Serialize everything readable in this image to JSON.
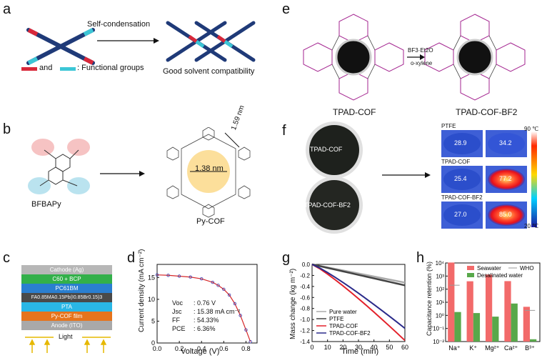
{
  "panels": {
    "a": {
      "label": "a",
      "arrow_text": "Self-condensation",
      "and_text": "and",
      "functional_groups": ": Functional groups",
      "compat_text": "Good solvent compatibility"
    },
    "b": {
      "label": "b",
      "monomer": "BFBAPy",
      "cof": "Py-COF",
      "pore1": "1.38 nm",
      "pore2": "1.59 nm"
    },
    "c": {
      "label": "c",
      "layers": [
        "Cathode (Ag)",
        "C60 + BCP",
        "PC61BM",
        "FA0.85MA0.15Pb(I0.85Br0.15)3",
        "PTA",
        "Py-COF film",
        "Anode (ITO)"
      ],
      "layer_colors": [
        "#b7b7b7",
        "#33b04a",
        "#2a7fd0",
        "#4a4a4a",
        "#2ab7e6",
        "#e6741c",
        "#a9a9a9"
      ],
      "light": "Light"
    },
    "d": {
      "label": "d",
      "xlabel": "Voltage (V)",
      "ylabel": "Current density (mA cm⁻²)",
      "xticks": [
        "0.0",
        "0.2",
        "0.4",
        "0.6",
        "0.8"
      ],
      "yticks": [
        "0",
        "5",
        "10",
        "15"
      ],
      "metrics": [
        {
          "k": "Voc",
          "v": ": 0.76 V"
        },
        {
          "k": "Jsc",
          "v": ": 15.38 mA cm⁻²"
        },
        {
          "k": "FF",
          "v": ": 54.33%"
        },
        {
          "k": "PCE",
          "v": ": 6.36%"
        }
      ]
    },
    "e": {
      "label": "e",
      "cof1": "TPAD-COF",
      "cof2": "TPAD-COF-BF2",
      "reagent1": "BF3·Et2O",
      "reagent2": "o-xylene"
    },
    "f": {
      "label": "f",
      "disc1": "TPAD-COF",
      "disc2": "TPAD-COF-BF2",
      "rows": [
        {
          "name": "PTFE",
          "v1": "28.9",
          "v2": "34.2"
        },
        {
          "name": "TPAD-COF",
          "v1": "25.4",
          "v2": "77.2"
        },
        {
          "name": "TPAD-COF-BF2",
          "v1": "27.0",
          "v2": "85.0"
        }
      ],
      "scale_max": "90 ℃",
      "scale_min": "20 ℃"
    },
    "g": {
      "label": "g",
      "xlabel": "Time (min)",
      "ylabel": "Mass change (kg m⁻²)",
      "xticks": [
        "0",
        "10",
        "20",
        "30",
        "40",
        "50",
        "60"
      ],
      "yticks": [
        "0.0",
        "-0.2",
        "-0.4",
        "-0.6",
        "-0.8",
        "-1.0",
        "-1.2",
        "-1.4"
      ],
      "legend": [
        "Pure water",
        "PTFE",
        "TPAD-COF",
        "TPAD-COF-BF2"
      ]
    },
    "h": {
      "label": "h",
      "ylabel": "Capacitance retention (%)",
      "legend": [
        "Seawater",
        "WHO",
        "Desalinated water"
      ],
      "categories": [
        "Na⁺",
        "K⁺",
        "Mg²⁺",
        "Ca²⁺",
        "B³⁺"
      ],
      "yticks": [
        "10⁻²",
        "10⁻¹",
        "10⁰",
        "10¹",
        "10²",
        "10³",
        "10⁴"
      ]
    }
  },
  "chart_data": [
    {
      "type": "line",
      "title": "",
      "xlabel": "Voltage (V)",
      "ylabel": "Current density (mA cm⁻²)",
      "xlim": [
        0,
        0.9
      ],
      "ylim": [
        0,
        18
      ],
      "series": [
        {
          "values_x": [
            0.0,
            0.1,
            0.2,
            0.3,
            0.4,
            0.5,
            0.55,
            0.6,
            0.65,
            0.7,
            0.75,
            0.8,
            0.84
          ],
          "values_y": [
            15.6,
            15.5,
            15.3,
            15.1,
            14.7,
            13.9,
            13.2,
            12.3,
            11.0,
            9.0,
            6.3,
            3.0,
            0.3
          ]
        }
      ]
    },
    {
      "type": "line",
      "title": "",
      "xlabel": "Time (min)",
      "ylabel": "Mass change (kg m⁻²)",
      "xlim": [
        0,
        60
      ],
      "ylim": [
        -1.4,
        0
      ],
      "series": [
        {
          "name": "Pure water",
          "x": [
            0,
            60
          ],
          "y": [
            0,
            -0.33
          ],
          "color": "#aaaaaa"
        },
        {
          "name": "PTFE",
          "x": [
            0,
            60
          ],
          "y": [
            0,
            -0.38
          ],
          "color": "#444444"
        },
        {
          "name": "TPAD-COF",
          "x": [
            0,
            60
          ],
          "y": [
            0,
            -1.38
          ],
          "color": "#e3212b"
        },
        {
          "name": "TPAD-COF-BF2",
          "x": [
            0,
            60
          ],
          "y": [
            0,
            -1.16
          ],
          "color": "#2a2a8a"
        }
      ]
    },
    {
      "type": "bar",
      "title": "",
      "ylabel": "Capacitance retention (%)",
      "yscale": "log",
      "ylim": [
        0.01,
        10000
      ],
      "categories": [
        "Na⁺",
        "K⁺",
        "Mg²⁺",
        "Ca²⁺",
        "B³⁺"
      ],
      "series": [
        {
          "name": "Seawater",
          "values": [
            10800,
            400,
            1290,
            410,
            4.5
          ],
          "color": "#f26a6a"
        },
        {
          "name": "Desalinated water",
          "values": [
            1.8,
            1.5,
            0.8,
            8.0,
            0.015
          ],
          "color": "#58a84a"
        },
        {
          "name": "WHO",
          "values": [
            200,
            null,
            null,
            null,
            2.4
          ],
          "color": "#999999"
        }
      ]
    }
  ]
}
